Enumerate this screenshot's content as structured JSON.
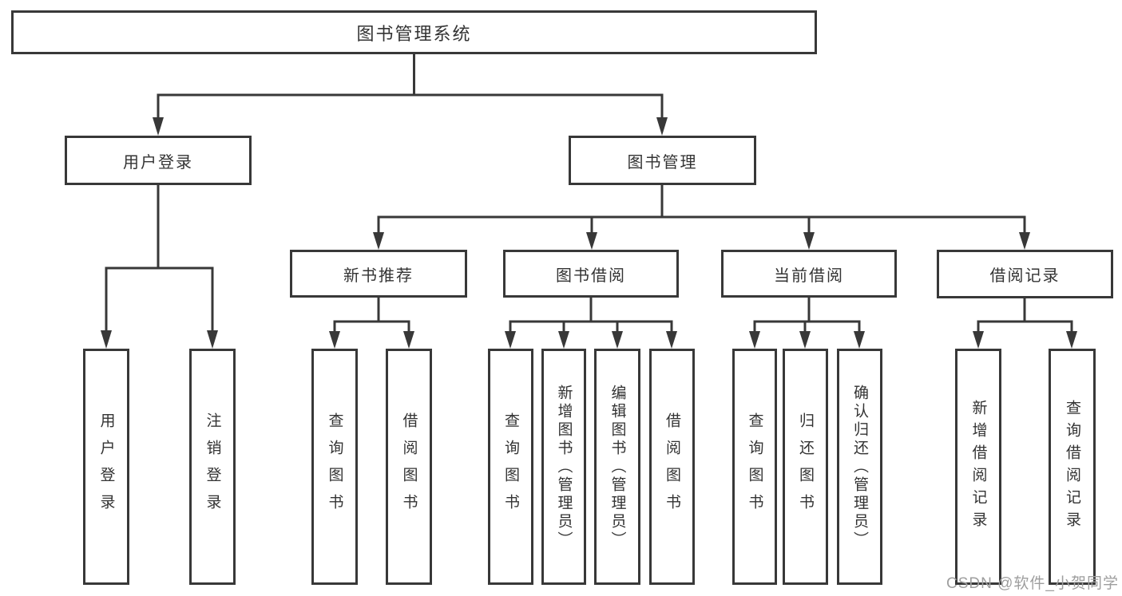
{
  "diagram": {
    "root": {
      "label": "图书管理系统"
    },
    "level2": {
      "user_login": {
        "label": "用户登录"
      },
      "book_mgmt": {
        "label": "图书管理"
      }
    },
    "level3": {
      "new_book_rec": {
        "label": "新书推荐"
      },
      "book_borrow": {
        "label": "图书借阅"
      },
      "current_borrow": {
        "label": "当前借阅"
      },
      "borrow_records": {
        "label": "借阅记录"
      }
    },
    "leaves": {
      "user_login_children": [
        "用户登录",
        "注销登录"
      ],
      "new_book_rec_children": [
        "查询图书",
        "借阅图书"
      ],
      "book_borrow_children": [
        "查询图书",
        "新增图书（管理员）",
        "编辑图书（管理员）",
        "借阅图书"
      ],
      "current_borrow_children": [
        "查询图书",
        "归还图书",
        "确认归还（管理员）"
      ],
      "borrow_records_children": [
        "新增借阅记录",
        "查询借阅记录"
      ]
    }
  },
  "watermark": {
    "text": "CSDN @软件_小贺同学"
  },
  "colors": {
    "line": "#383838",
    "box_border": "#383838",
    "text": "#333333",
    "background": "#ffffff",
    "watermark": "#9e9e9e"
  }
}
